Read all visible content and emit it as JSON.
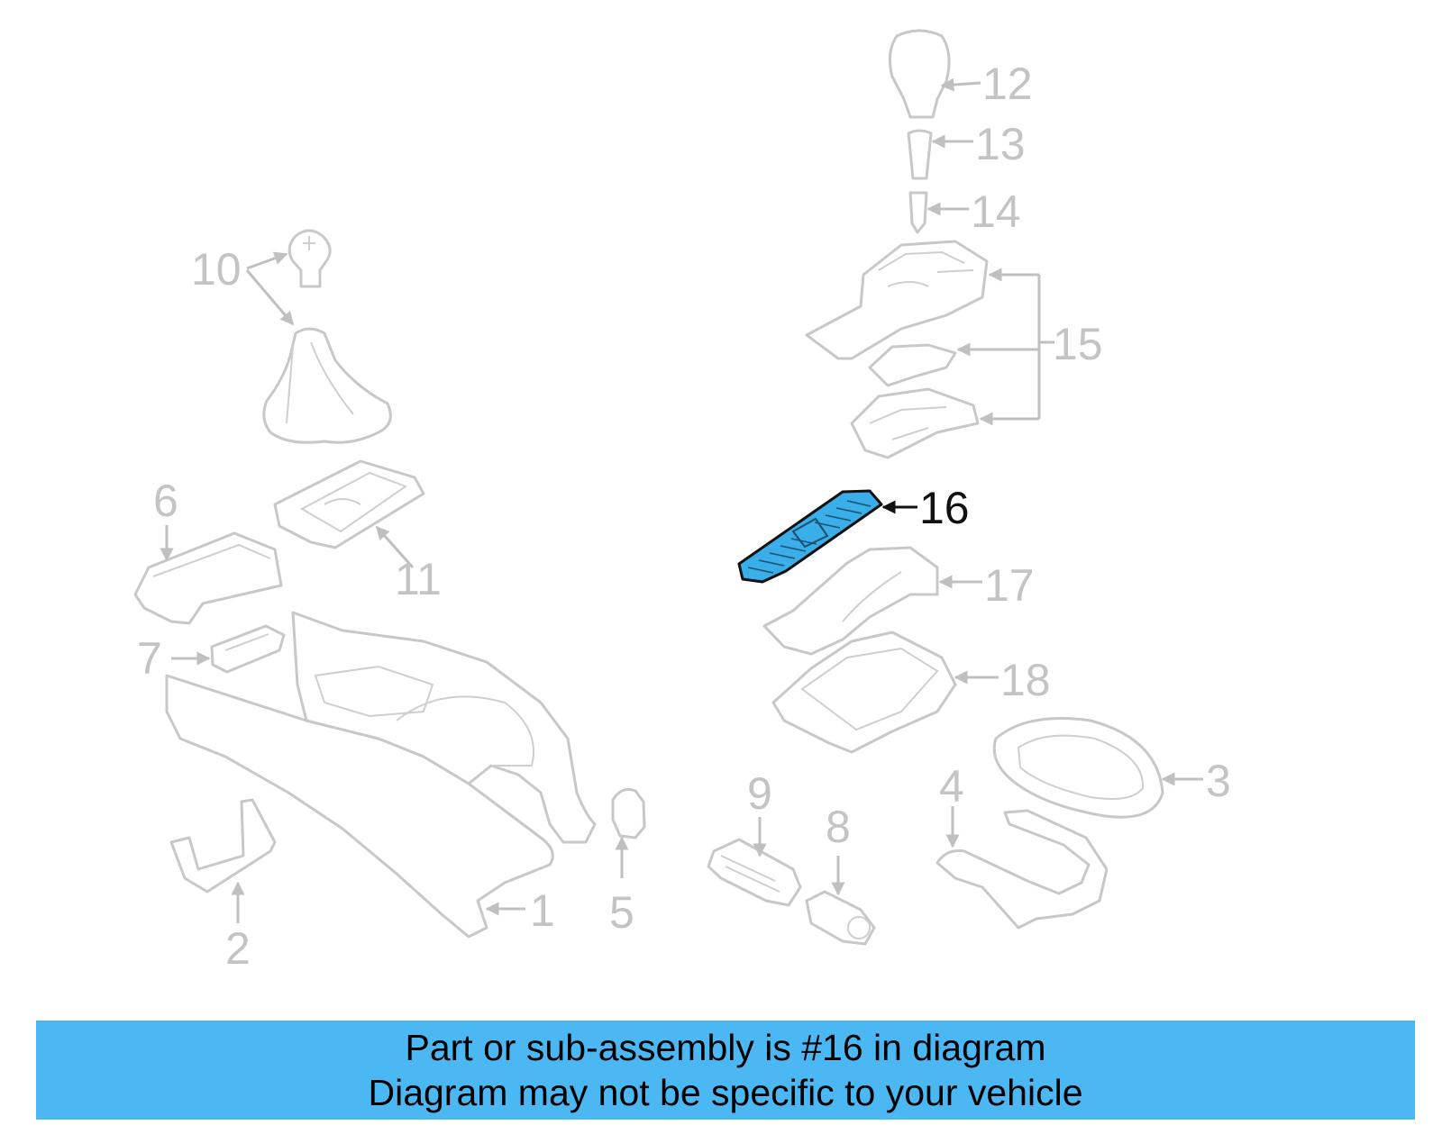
{
  "callouts": [
    {
      "id": "1",
      "label": "1"
    },
    {
      "id": "2",
      "label": "2"
    },
    {
      "id": "3",
      "label": "3"
    },
    {
      "id": "4",
      "label": "4"
    },
    {
      "id": "5",
      "label": "5"
    },
    {
      "id": "6",
      "label": "6"
    },
    {
      "id": "7",
      "label": "7"
    },
    {
      "id": "8",
      "label": "8"
    },
    {
      "id": "9",
      "label": "9"
    },
    {
      "id": "10",
      "label": "10"
    },
    {
      "id": "11",
      "label": "11"
    },
    {
      "id": "12",
      "label": "12"
    },
    {
      "id": "13",
      "label": "13"
    },
    {
      "id": "14",
      "label": "14"
    },
    {
      "id": "15",
      "label": "15"
    },
    {
      "id": "16",
      "label": "16"
    },
    {
      "id": "17",
      "label": "17"
    },
    {
      "id": "18",
      "label": "18"
    }
  ],
  "highlighted_part": "16",
  "banner": {
    "line1": "Part or sub-assembly is #16 in diagram",
    "line2": "Diagram may not be specific to your vehicle"
  },
  "colors": {
    "banner_background": "#4cb8f3",
    "highlight_fill": "#3aaee8",
    "outline_gray": "#c8c8c8"
  }
}
